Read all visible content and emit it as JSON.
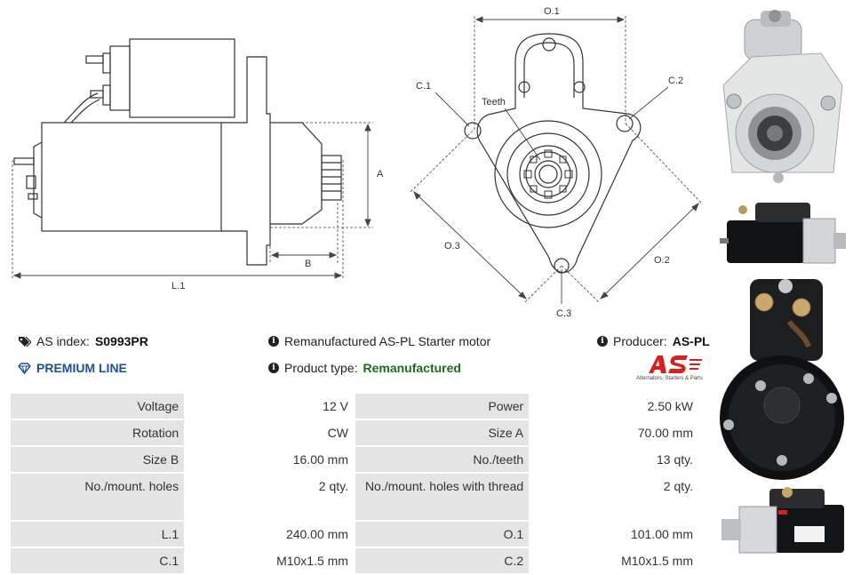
{
  "diagram": {
    "side_labels": {
      "A": "A",
      "B": "B",
      "L1": "L.1"
    },
    "front_labels": {
      "O1": "O.1",
      "O2": "O.2",
      "O3": "O.3",
      "C1": "C.1",
      "C2": "C.2",
      "C3": "C.3",
      "teeth": "Teeth"
    }
  },
  "info": {
    "as_index_label": "AS index:",
    "as_index_value": "S0993PR",
    "premium": "PREMIUM LINE",
    "description": "Remanufactured AS-PL Starter motor",
    "product_type_label": "Product type:",
    "product_type_value": "Remanufactured",
    "producer_label": "Producer:",
    "producer_value": "AS-PL"
  },
  "logo": {
    "mark": "AS",
    "tagline": "Alternators, Starters & Parts"
  },
  "specs": [
    [
      {
        "k": "Voltage",
        "v": "12 V"
      },
      {
        "k": "Power",
        "v": "2.50 kW"
      }
    ],
    [
      {
        "k": "Rotation",
        "v": "CW"
      },
      {
        "k": "Size A",
        "v": "70.00 mm"
      }
    ],
    [
      {
        "k": "Size B",
        "v": "16.00 mm"
      },
      {
        "k": "No./teeth",
        "v": "13 qty."
      }
    ],
    [
      {
        "k": "No./mount. holes",
        "v": "2 qty."
      },
      {
        "k": "No./mount. holes with thread",
        "v": "2 qty."
      }
    ],
    [
      {
        "k": "L.1",
        "v": "240.00 mm"
      },
      {
        "k": "O.1",
        "v": "101.00 mm"
      }
    ],
    [
      {
        "k": "C.1",
        "v": "M10x1.5 mm"
      },
      {
        "k": "C.2",
        "v": "M10x1.5 mm"
      }
    ]
  ],
  "colors": {
    "premium": "#1e4f9c",
    "green": "#1d6b1d",
    "logo_red": "#d8201f",
    "label_bg": "#e4e4e4"
  }
}
